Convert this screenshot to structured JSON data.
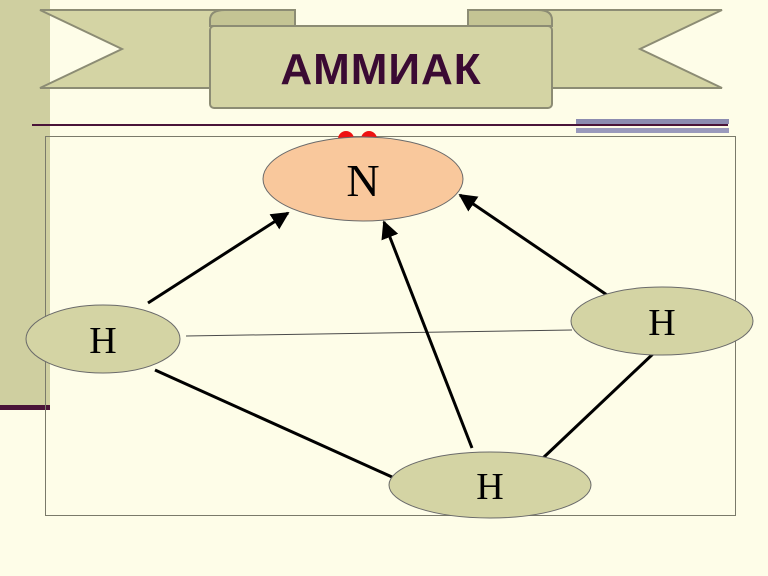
{
  "banner": {
    "title": "АММИАК"
  },
  "diagram": {
    "nodes": {
      "nitrogen": "N",
      "hydrogen_left": "H",
      "hydrogen_right": "H",
      "hydrogen_bottom": "H"
    }
  },
  "colors": {
    "background": "#fefde8",
    "banner_fill": "#d4d4a4",
    "title_text": "#3a0a33",
    "nitrogen_fill": "#f9c89c",
    "hydrogen_fill": "#d4d4a4",
    "lone_pair": "#ee1111",
    "bond": "#000000"
  }
}
